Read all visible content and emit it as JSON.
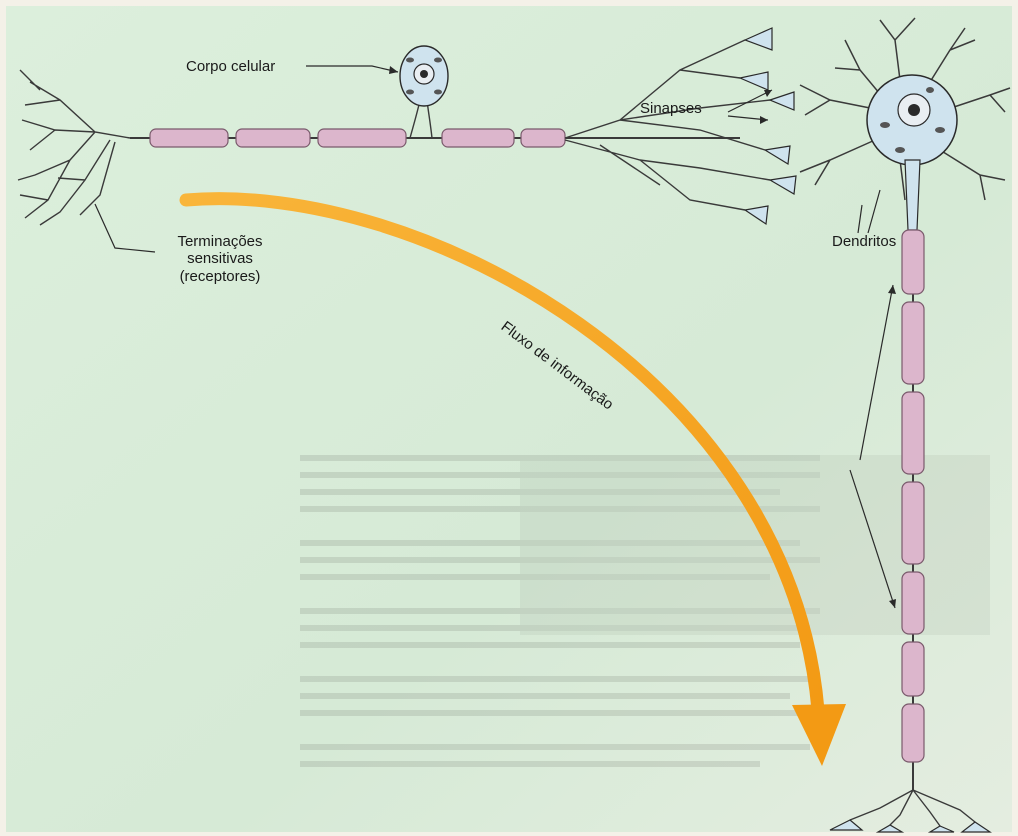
{
  "labels": {
    "cell_body": "Corpo celular",
    "synapses": "Sinapses",
    "dendrites": "Dendritos",
    "sensory_endings": [
      "Terminações",
      "sensitivas",
      "(receptores)"
    ],
    "information_flow": "Fluxo de informação"
  },
  "colors": {
    "background_panel": "#d9ebd8",
    "background_page": "#f4f1e8",
    "myelin": "#dcb6cc",
    "neuron_fill": "#cfe3ee",
    "arrow": "#f6a21f",
    "ink": "#2a2a2a"
  }
}
